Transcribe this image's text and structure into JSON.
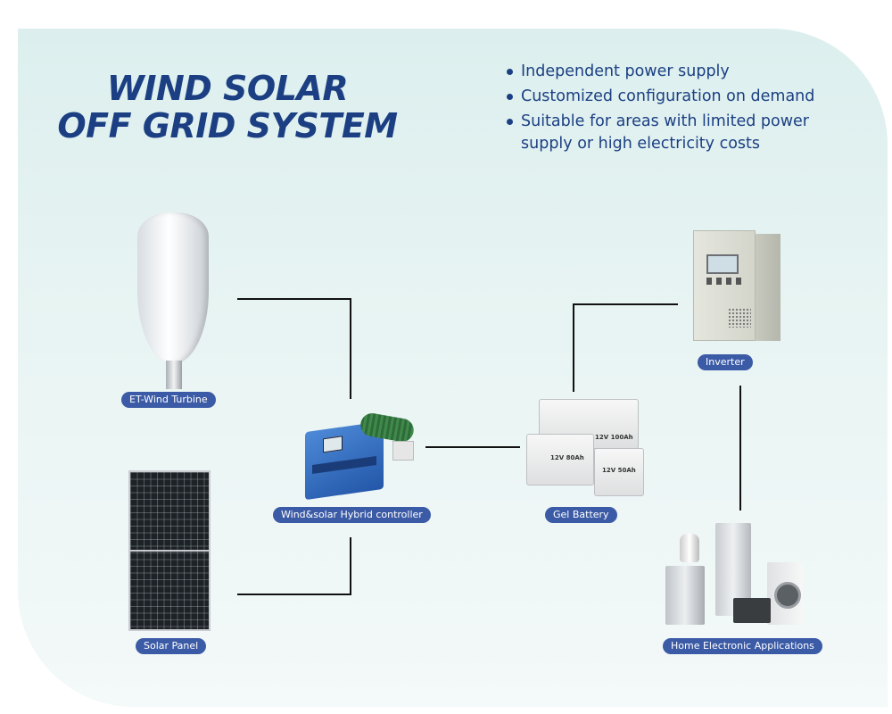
{
  "title": {
    "line1": "WIND SOLAR",
    "line2": "OFF GRID SYSTEM"
  },
  "features": [
    "Independent power supply",
    "Customized configuration on demand",
    "Suitable for areas with limited power supply or high electricity costs"
  ],
  "components": {
    "wind_turbine": "ET-Wind Turbine",
    "solar_panel": "Solar Panel",
    "controller": "Wind&solar Hybrid controller",
    "battery": "Gel Battery",
    "inverter": "Inverter",
    "appliances": "Home Electronic Applications"
  },
  "battery_labels": {
    "large": "12V 100Ah",
    "medium": "12V 80Ah",
    "small": "12V 50Ah"
  },
  "colors": {
    "accent": "#1b3f82",
    "label_bg": "#3c5ba6",
    "wire": "#111111",
    "background": "#e3f1f0"
  }
}
